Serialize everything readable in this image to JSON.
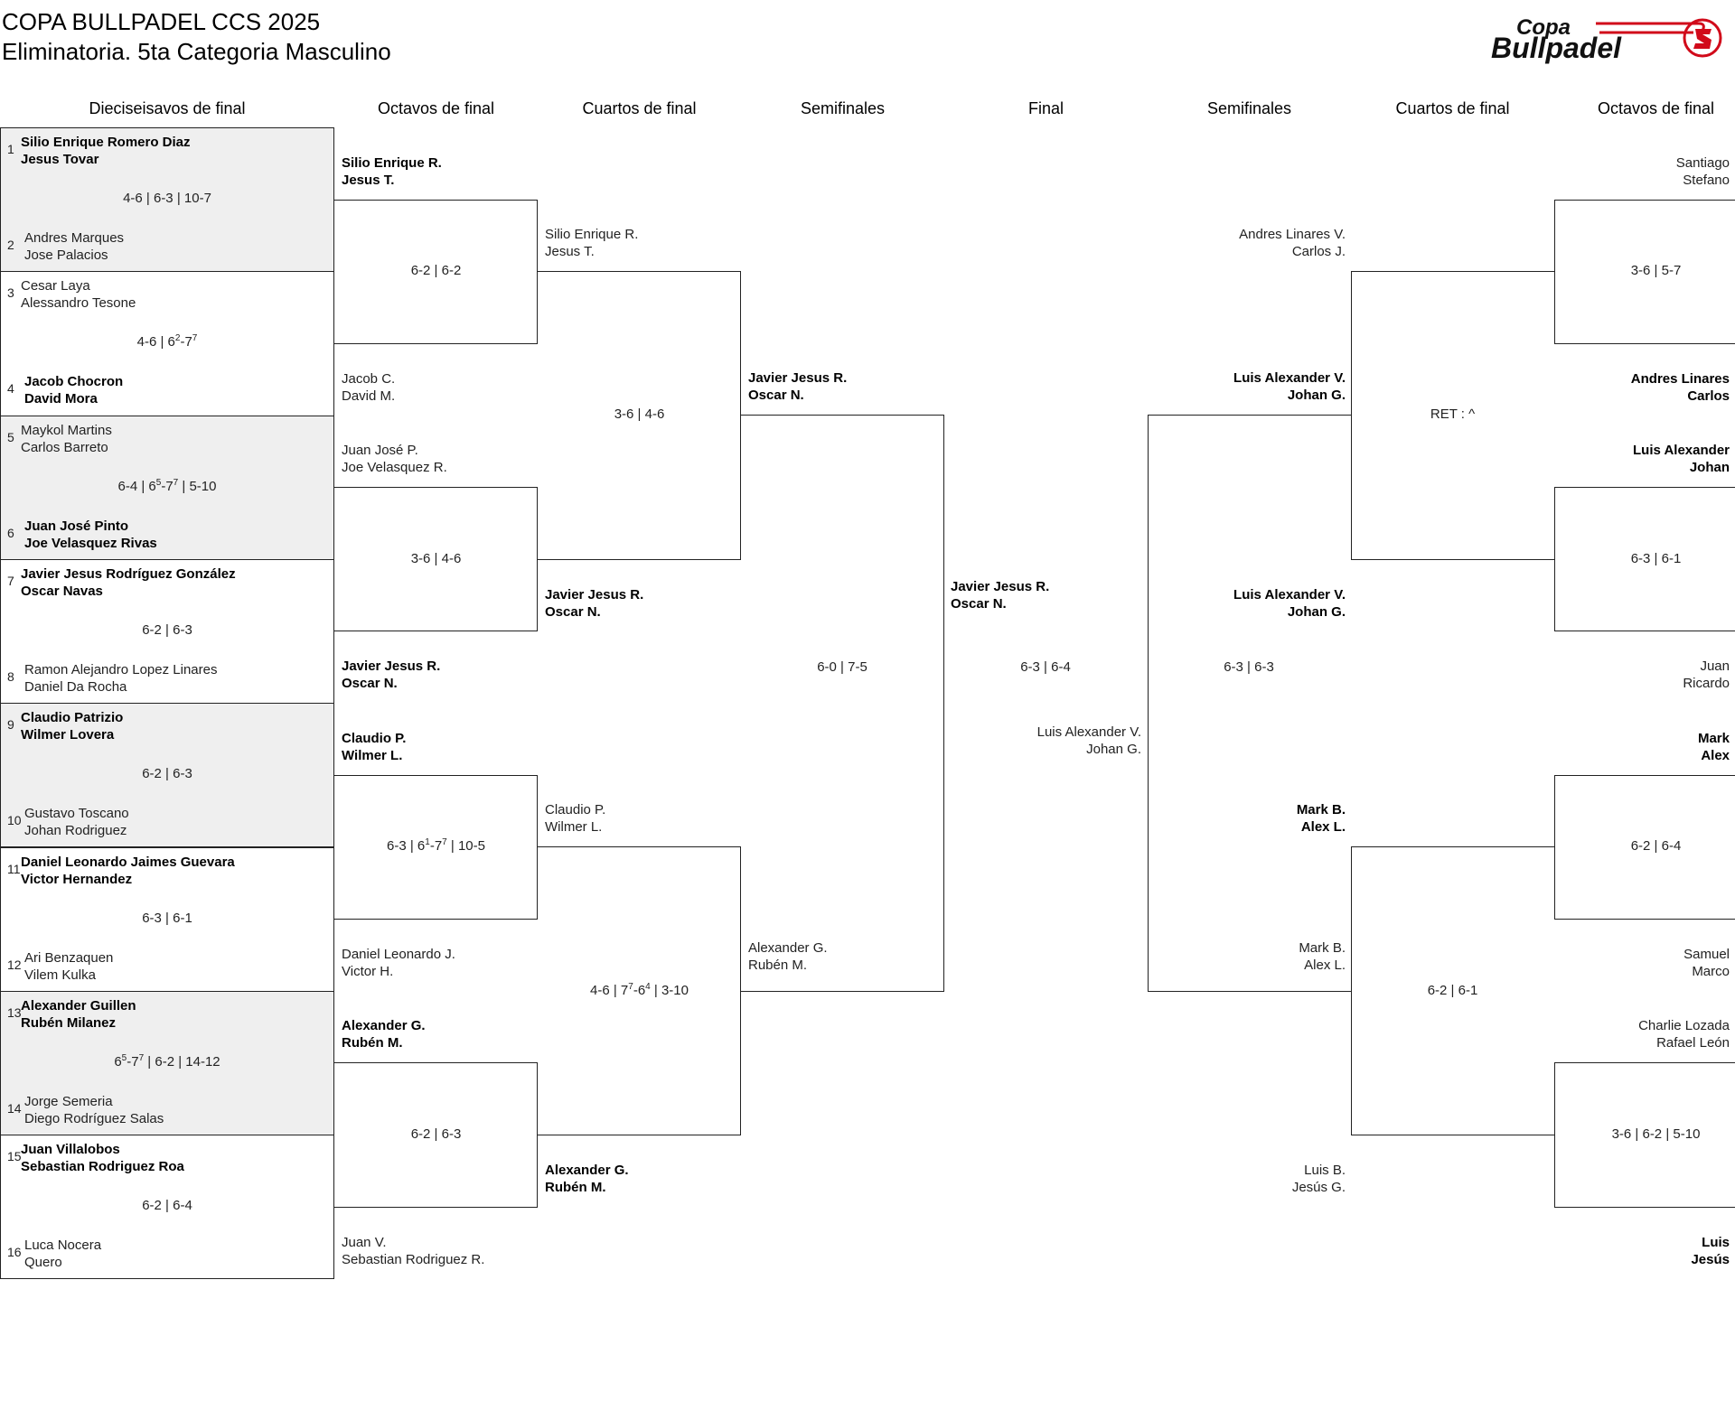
{
  "header": {
    "title_line1": "COPA BULLPADEL CCS 2025",
    "title_line2": "Eliminatoria. 5ta Categoria Masculino",
    "logo_line1": "Copa",
    "logo_line2": "Bullpadel",
    "logo_color": "#d10a1a"
  },
  "columns": [
    "Dieciseisavos de final",
    "Octavos de final",
    "Cuartos de final",
    "Semifinales",
    "Final",
    "Semifinales",
    "Cuartos de final",
    "Octavos de final"
  ],
  "r32": [
    {
      "top": {
        "seed": "1",
        "p1": "Silio Enrique Romero Diaz",
        "p2": "Jesus Tovar",
        "win": true
      },
      "bottom": {
        "seed": "2",
        "p1": "Andres Marques",
        "p2": "Jose Palacios",
        "win": false
      },
      "score": [
        {
          "t": "4-6 | 6-3 | 10-7"
        }
      ]
    },
    {
      "top": {
        "seed": "3",
        "p1": "Cesar Laya",
        "p2": "Alessandro Tesone",
        "win": false
      },
      "bottom": {
        "seed": "4",
        "p1": "Jacob Chocron",
        "p2": "David Mora",
        "win": true
      },
      "score": [
        {
          "t": "4-6 | 6"
        },
        {
          "s": "2"
        },
        {
          "t": "-7"
        },
        {
          "s": "7"
        }
      ]
    },
    {
      "top": {
        "seed": "5",
        "p1": "Maykol Martins",
        "p2": "Carlos Barreto",
        "win": false
      },
      "bottom": {
        "seed": "6",
        "p1": "Juan José Pinto",
        "p2": "Joe Velasquez Rivas",
        "win": true
      },
      "score": [
        {
          "t": "6-4 | 6"
        },
        {
          "s": "5"
        },
        {
          "t": "-7"
        },
        {
          "s": "7"
        },
        {
          "t": " | 5-10"
        }
      ]
    },
    {
      "top": {
        "seed": "7",
        "p1": "Javier Jesus Rodríguez González",
        "p2": "Oscar Navas",
        "win": true
      },
      "bottom": {
        "seed": "8",
        "p1": "Ramon Alejandro Lopez Linares",
        "p2": "Daniel Da Rocha",
        "win": false
      },
      "score": [
        {
          "t": "6-2 | 6-3"
        }
      ]
    },
    {
      "top": {
        "seed": "9",
        "p1": "Claudio Patrizio",
        "p2": "Wilmer Lovera",
        "win": true
      },
      "bottom": {
        "seed": "10",
        "p1": "Gustavo Toscano",
        "p2": "Johan Rodriguez",
        "win": false
      },
      "score": [
        {
          "t": "6-2 | 6-3"
        }
      ]
    },
    {
      "top": {
        "seed": "11",
        "p1": "Daniel Leonardo Jaimes Guevara",
        "p2": "Victor Hernandez",
        "win": true
      },
      "bottom": {
        "seed": "12",
        "p1": "Ari Benzaquen",
        "p2": "Vilem Kulka",
        "win": false
      },
      "score": [
        {
          "t": "6-3 | 6-1"
        }
      ]
    },
    {
      "top": {
        "seed": "13",
        "p1": "Alexander Guillen",
        "p2": "Rubén Milanez",
        "win": true
      },
      "bottom": {
        "seed": "14",
        "p1": "Jorge Semeria",
        "p2": "Diego Rodríguez Salas",
        "win": false
      },
      "score": [
        {
          "t": "6"
        },
        {
          "s": "5"
        },
        {
          "t": "-7"
        },
        {
          "s": "7"
        },
        {
          "t": " | 6-2 | 14-12"
        }
      ]
    },
    {
      "top": {
        "seed": "15",
        "p1": "Juan Villalobos",
        "p2": "Sebastian Rodriguez Roa",
        "win": true
      },
      "bottom": {
        "seed": "16",
        "p1": "Luca Nocera",
        "p2": "Quero",
        "win": false
      },
      "score": [
        {
          "t": "6-2 | 6-4"
        }
      ]
    }
  ],
  "r16_left": [
    {
      "top": {
        "p1": "Silio Enrique R.",
        "p2": "Jesus T.",
        "win": true
      },
      "bottom": {
        "p1": "Jacob C.",
        "p2": "David M.",
        "win": false
      },
      "score": [
        {
          "t": "6-2 | 6-2"
        }
      ]
    },
    {
      "top": {
        "p1": "Juan José P.",
        "p2": "Joe Velasquez R.",
        "win": false
      },
      "bottom": {
        "p1": "Javier Jesus R.",
        "p2": "Oscar N.",
        "win": true
      },
      "score": [
        {
          "t": "3-6 | 4-6"
        }
      ]
    },
    {
      "top": {
        "p1": "Claudio P.",
        "p2": "Wilmer L.",
        "win": true
      },
      "bottom": {
        "p1": "Daniel Leonardo J.",
        "p2": "Victor H.",
        "win": false
      },
      "score": [
        {
          "t": "6-3 | 6"
        },
        {
          "s": "1"
        },
        {
          "t": "-7"
        },
        {
          "s": "7"
        },
        {
          "t": " | 10-5"
        }
      ]
    },
    {
      "top": {
        "p1": "Alexander G.",
        "p2": "Rubén M.",
        "win": true
      },
      "bottom": {
        "p1": "Juan V.",
        "p2": "Sebastian Rodriguez R.",
        "win": false
      },
      "score": [
        {
          "t": "6-2 | 6-3"
        }
      ]
    }
  ],
  "qf_left": [
    {
      "top": {
        "p1": "Silio Enrique R.",
        "p2": "Jesus T.",
        "win": false
      },
      "bottom": {
        "p1": "Javier Jesus R.",
        "p2": "Oscar N.",
        "win": true
      },
      "score": [
        {
          "t": "3-6 | 4-6"
        }
      ]
    },
    {
      "top": {
        "p1": "Claudio P.",
        "p2": "Wilmer L.",
        "win": false
      },
      "bottom": {
        "p1": "Alexander G.",
        "p2": "Rubén M.",
        "win": true
      },
      "score": [
        {
          "t": "4-6 | 7"
        },
        {
          "s": "7"
        },
        {
          "t": "-6"
        },
        {
          "s": "4"
        },
        {
          "t": " | 3-10"
        }
      ]
    }
  ],
  "sf_left": {
    "top": {
      "p1": "Javier Jesus R.",
      "p2": "Oscar N.",
      "win": true
    },
    "bottom": {
      "p1": "Alexander G.",
      "p2": "Rubén M.",
      "win": false
    },
    "score": [
      {
        "t": "6-0 | 7-5"
      }
    ]
  },
  "final": {
    "left": {
      "p1": "Javier Jesus R.",
      "p2": "Oscar N.",
      "win": true
    },
    "right": {
      "p1": "Luis Alexander V.",
      "p2": "Johan G.",
      "win": false
    },
    "score": [
      {
        "t": "6-3 | 6-4"
      }
    ]
  },
  "sf_right": {
    "top": {
      "p1": "Luis Alexander V.",
      "p2": "Johan G.",
      "win": true
    },
    "bottom": {
      "p1": "Mark B.",
      "p2": "Alex L.",
      "win": false
    },
    "score": [
      {
        "t": "6-3 | 6-3"
      }
    ]
  },
  "qf_right": [
    {
      "top": {
        "p1": "Andres Linares V.",
        "p2": "Carlos J.",
        "win": false
      },
      "bottom": {
        "p1": "Luis Alexander V.",
        "p2": "Johan G.",
        "win": true
      },
      "score": [
        {
          "t": "RET : ^"
        }
      ]
    },
    {
      "top": {
        "p1": "Mark B.",
        "p2": "Alex L.",
        "win": true
      },
      "bottom": {
        "p1": "Luis B.",
        "p2": "Jesús G.",
        "win": false
      },
      "score": [
        {
          "t": "6-2 | 6-1"
        }
      ]
    }
  ],
  "r16_right": [
    {
      "top": {
        "p1": "Santiago",
        "p2": "Stefano",
        "win": false
      },
      "bottom": {
        "p1": "Andres Linares",
        "p2": "Carlos",
        "win": true
      },
      "score": [
        {
          "t": "3-6 | 5-7"
        }
      ]
    },
    {
      "top": {
        "p1": "Luis Alexander",
        "p2": "Johan",
        "win": true
      },
      "bottom": {
        "p1": "Juan",
        "p2": "Ricardo",
        "win": false
      },
      "score": [
        {
          "t": "6-3 | 6-1"
        }
      ]
    },
    {
      "top": {
        "p1": "Mark",
        "p2": "Alex",
        "win": true
      },
      "bottom": {
        "p1": "Samuel",
        "p2": "Marco",
        "win": false
      },
      "score": [
        {
          "t": "6-2 | 6-4"
        }
      ]
    },
    {
      "top": {
        "p1": "Charlie Lozada",
        "p2": "Rafael León",
        "win": false
      },
      "bottom": {
        "p1": "Luis",
        "p2": "Jesús",
        "win": true
      },
      "score": [
        {
          "t": "3-6 | 6-2 | 5-10"
        }
      ]
    }
  ]
}
